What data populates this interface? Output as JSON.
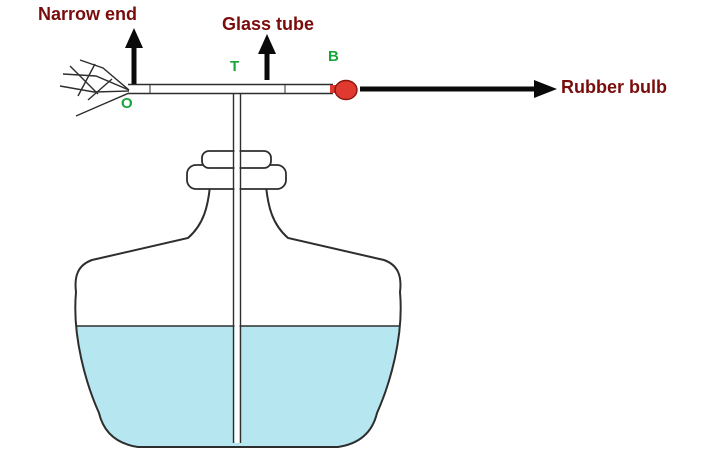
{
  "diagram": {
    "labels": {
      "narrow_end": "Narrow end",
      "glass_tube": "Glass tube",
      "rubber_bulb": "Rubber bulb",
      "point_o": "O",
      "point_t": "T",
      "point_b": "B"
    },
    "colors": {
      "label_text": "#7a0c0c",
      "point_text": "#1aa53c",
      "bulb_fill": "#e0392f",
      "bulb_stroke": "#8b150d",
      "liquid_fill": "#b6e7f0",
      "outline": "#2e2e2e",
      "arrow": "#0a0a0a"
    }
  }
}
